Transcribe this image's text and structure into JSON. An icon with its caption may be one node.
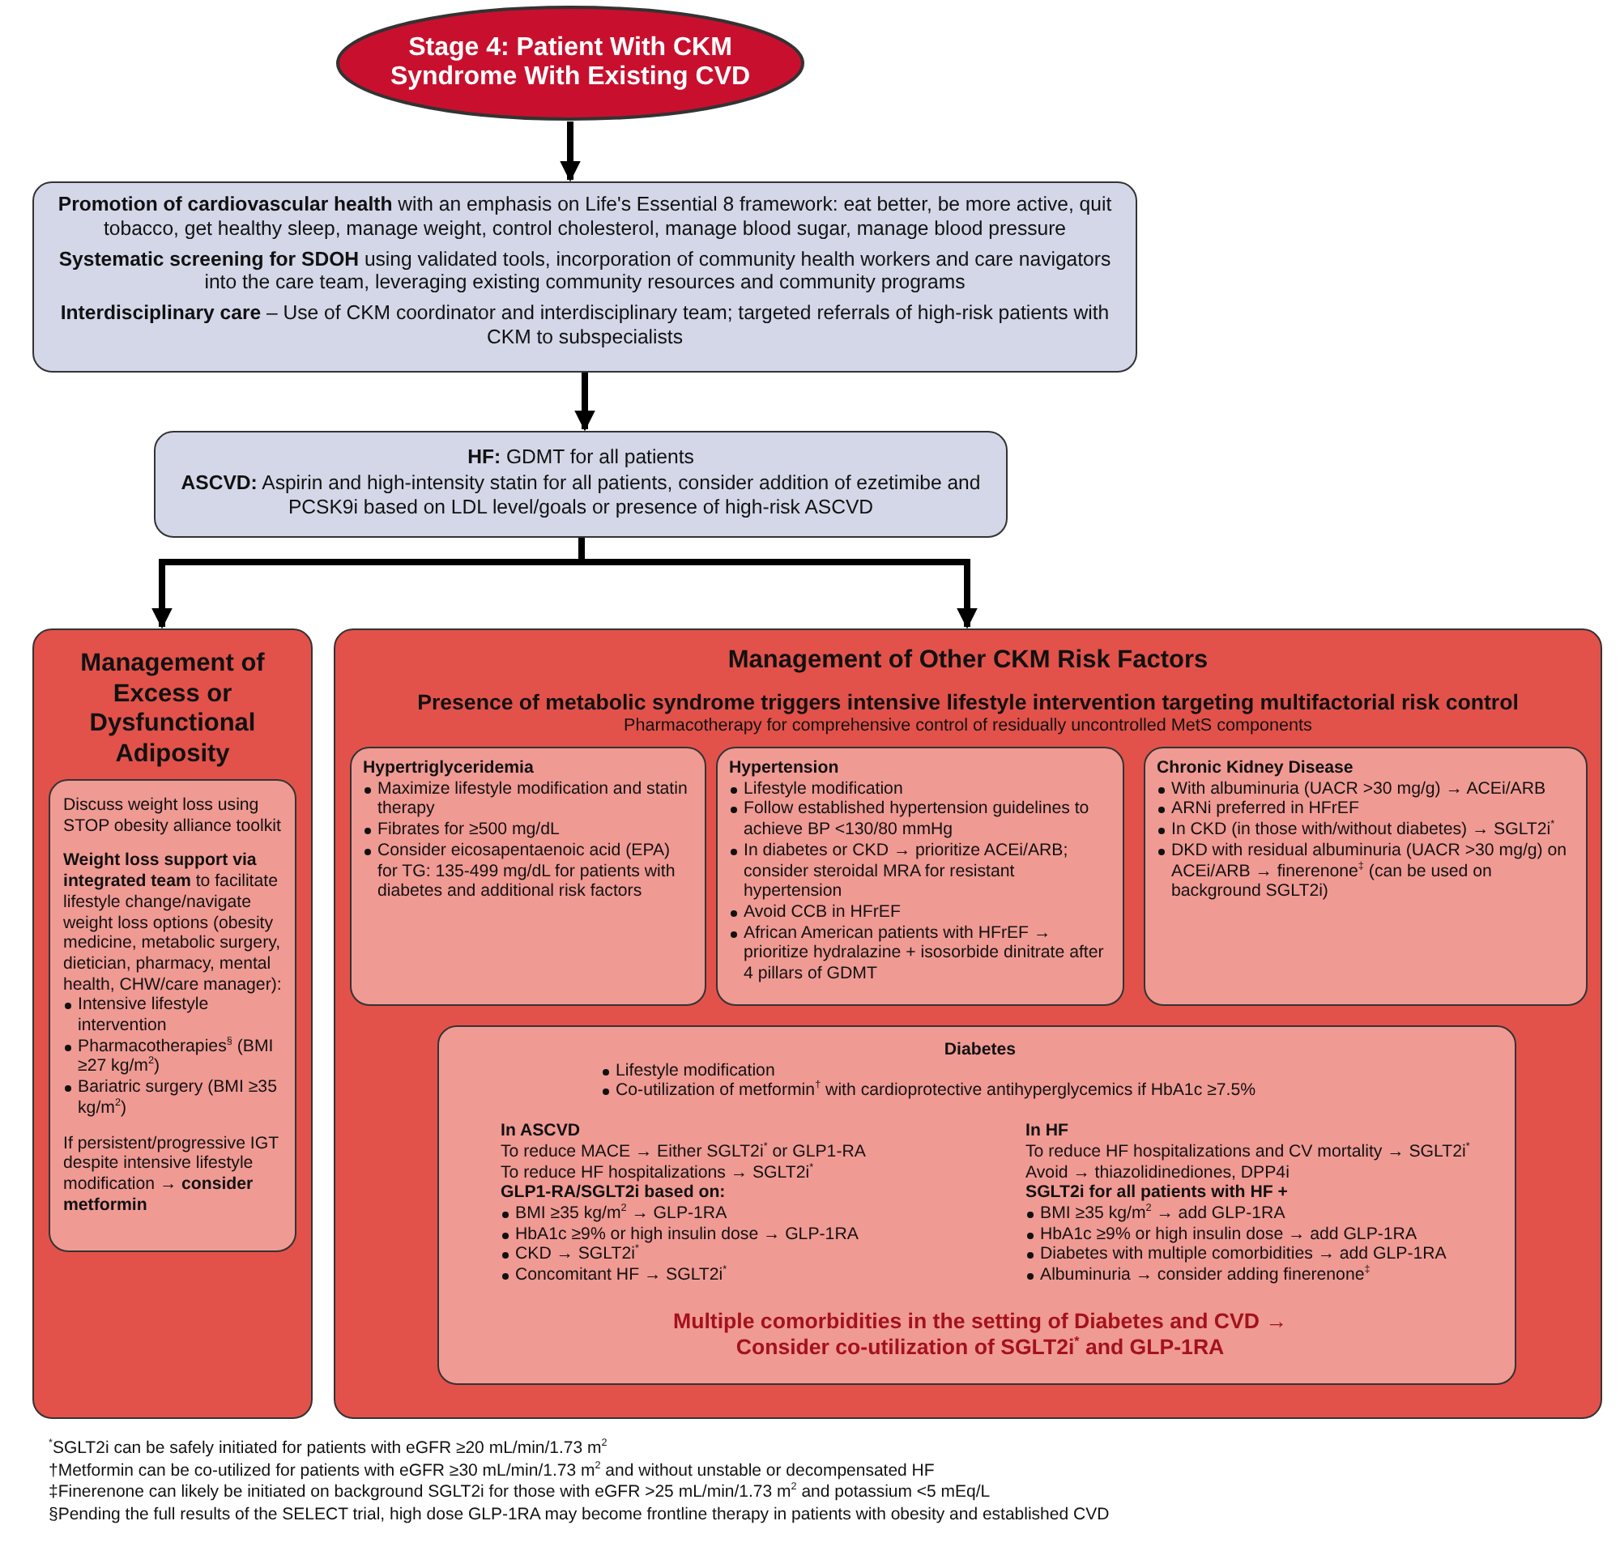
{
  "diagram": {
    "nodes": [
      {
        "text": [
          "Stage 4: Patient With CKM Syndrome With Existing CVD"
        ]
      },
      {
        "text": [
          "**Promotion of cardiovascular health** with an emphasis on Life's Essential 8 framework: eat better, be more active, quit tobacco, get healthy sleep, manage weight, control cholesterol, manage blood sugar, manage blood pressure",
          "**Systematic screening for SDOH** using validated tools, incorporation of community health workers and care navigators into the care team, leveraging existing community resources and community programs",
          "**Interdisciplinary care** – Use of CKM coordinator and interdisciplinary team; targeted referrals of high-risk patients with CKM to subspecialists"
        ]
      },
      {
        "text": [
          "**HF:** GDMT for all patients",
          "**ASCVD:** Aspirin and high-intensity statin for all patients, consider addition of ezetimibe and PCSK9i based on LDL level/goals or presence of high-risk ASCVD"
        ]
      },
      {
        "text": [
          "Management of Excess or Dysfunctional Adiposity"
        ]
      },
      {
        "text": [
          "Discuss weight loss using STOP obesity alliance toolkit",
          "**Weight loss support via integrated team** to facilitate lifestyle change/navigate weight loss options (obesity medicine, metabolic surgery, dietician, pharmacy, mental health, CHW/care manager):",
          "Intensive lifestyle intervention",
          "Pharmacotherapies$^{§}$ (BMI ≥27 kg/m$^{2}$)",
          "Bariatric surgery (BMI ≥35 kg/m$^{2}$)",
          "If persistent/progressive IGT despite intensive lifestyle modification → **consider metformin**"
        ],
        "in": 3
      },
      {
        "text": [
          "Management of Other CKM Risk Factors",
          "Presence of metabolic syndrome triggers intensive lifestyle intervention targeting multifactorial risk control",
          "Pharmacotherapy for comprehensive control of residually uncontrolled MetS components"
        ]
      },
      {
        "text": [
          "Hypertriglyceridemia",
          "Maximize lifestyle modification and statin therapy",
          "Fibrates for ≥500 mg/dL",
          "Consider eicosapentaenoic acid (EPA) for TG: 135-499 mg/dL for patients with diabetes and additional risk factors"
        ],
        "in": 5
      },
      {
        "text": [
          "Hypertension",
          "Lifestyle modification",
          "Follow established hypertension guidelines to achieve BP <130/80 mmHg",
          "In diabetes or CKD → prioritize ACEi/ARB; consider steroidal MRA for resistant hypertension",
          "Avoid CCB in HFrEF",
          "African American patients with HFrEF → prioritize hydralazine + isosorbide dinitrate after 4 pillars of GDMT"
        ],
        "in": 5
      },
      {
        "text": [
          "Chronic Kidney Disease",
          "With albuminuria (UACR >30 mg/g) → ACEi/ARB",
          "ARNi preferred in HFrEF",
          "In CKD (in those with/without diabetes) → SGLT2i$^{*}$",
          "DKD with residual albuminuria (UACR >30 mg/g) on ACEi/ARB → finerenone$^{‡}$ (can be used on background SGLT2i)"
        ],
        "in": 5
      },
      {
        "text": [
          "Diabetes",
          "Lifestyle modification",
          "Co-utilization of metformin$^{†}$ with cardioprotective antihyperglycemics if HbA1c ≥7.5%",
          "In ASCVD",
          "To reduce MACE → Either SGLT2i$^{*}$ or GLP1-RA",
          "To reduce HF hospitalizations → SGLT2i$^{*}$",
          "GLP1-RA/SGLT2i based on:",
          "BMI ≥35 kg/m$^{2}$ → GLP-1RA",
          "HbA1c ≥9% or high insulin dose → GLP-1RA",
          "CKD → SGLT2i$^{*}$",
          "Concomitant HF → SGLT2i$^{*}$",
          "In HF",
          "To reduce HF hospitalizations and CV mortality → SGLT2i$^{*}$",
          "Avoid → thiazolidinediones, DPP4i",
          "SGLT2i for all patients with HF +",
          "BMI ≥35 kg/m$^{2}$ → add GLP-1RA",
          "HbA1c ≥9% or high insulin dose → add GLP-1RA",
          "Diabetes with multiple comorbidities → add GLP-1RA",
          "Albuminuria → consider adding finerenone$^{‡}$",
          "Multiple comorbidities in the setting of Diabetes and CVD → Consider co-utilization of SGLT2i$^{*}$ and GLP-1RA"
        ],
        "in": 5
      }
    ],
    "edges": [
      {
        "from": 0,
        "to": 1,
        "arrow": "to"
      },
      {
        "from": 1,
        "to": 2,
        "arrow": "to"
      },
      {
        "from": 2,
        "to": 3,
        "arrow": "to"
      },
      {
        "from": 2,
        "to": 5,
        "arrow": "to"
      }
    ],
    "labels": [
      "$^{*}$SGLT2i can be safely initiated for patients with eGFR ≥20 mL/min/1.73 m$^{2}$",
      "†Metformin can be co-utilized for patients with eGFR ≥30 mL/min/1.73 m$^{2}$ and without unstable or decompensated HF",
      "‡Finerenone can likely be initiated on background SGLT2i for those with eGFR >25 mL/min/1.73 m$^{2}$ and potassium <5 mEq/L",
      "§Pending the full results of the SELECT trial, high dose GLP-1RA may become frontline therapy in patients with obesity and established CVD"
    ]
  }
}
